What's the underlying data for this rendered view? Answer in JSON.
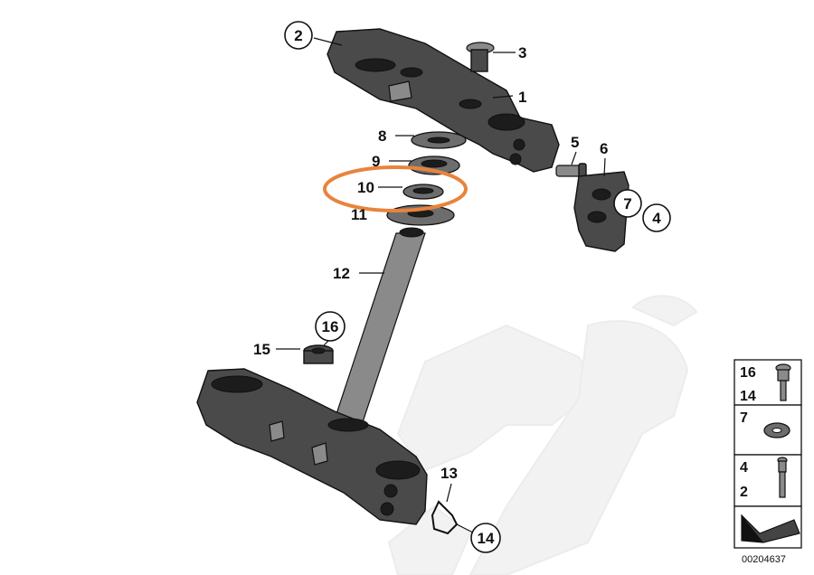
{
  "callouts": {
    "c1": "1",
    "c2": "2",
    "c3": "3",
    "c4": "4",
    "c5": "5",
    "c6": "6",
    "c7": "7",
    "c8": "8",
    "c9": "9",
    "c10": "10",
    "c11": "11",
    "c12": "12",
    "c13": "13",
    "c14": "14",
    "c15": "15",
    "c16": "16"
  },
  "legend": {
    "row1_top": "16",
    "row1_bottom": "14",
    "row2": "7",
    "row3_top": "4",
    "row3_bottom": "2"
  },
  "diagram_id": "00204637",
  "colors": {
    "highlight": "#e8843c",
    "parts": "#4a4a4a",
    "watermark": "#f2f2f2"
  }
}
